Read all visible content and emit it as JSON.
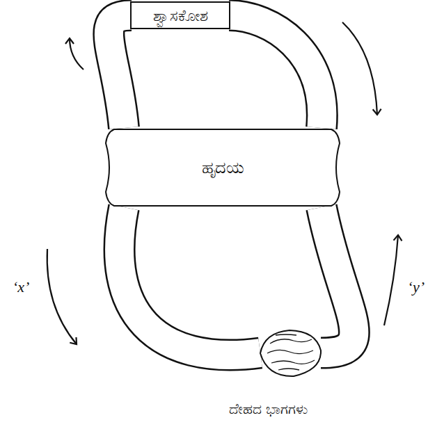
{
  "diagram": {
    "nodes": [
      {
        "text": [
          "ಶ್ವಾಸಕೋಶ"
        ]
      },
      {
        "text": [
          "ಹೃದಯ"
        ]
      },
      {
        "text": [
          "ದೇಹದ ಭಾಗಗಳು"
        ]
      }
    ],
    "edges": [
      {
        "from": 1,
        "to": 0,
        "arrow": "to"
      },
      {
        "from": 0,
        "to": 1,
        "arrow": "to"
      },
      {
        "from": 1,
        "to": 2,
        "arrow": "to"
      },
      {
        "from": 2,
        "to": 1,
        "arrow": "to"
      }
    ],
    "labels": [
      "‘x’",
      "‘y’"
    ]
  }
}
